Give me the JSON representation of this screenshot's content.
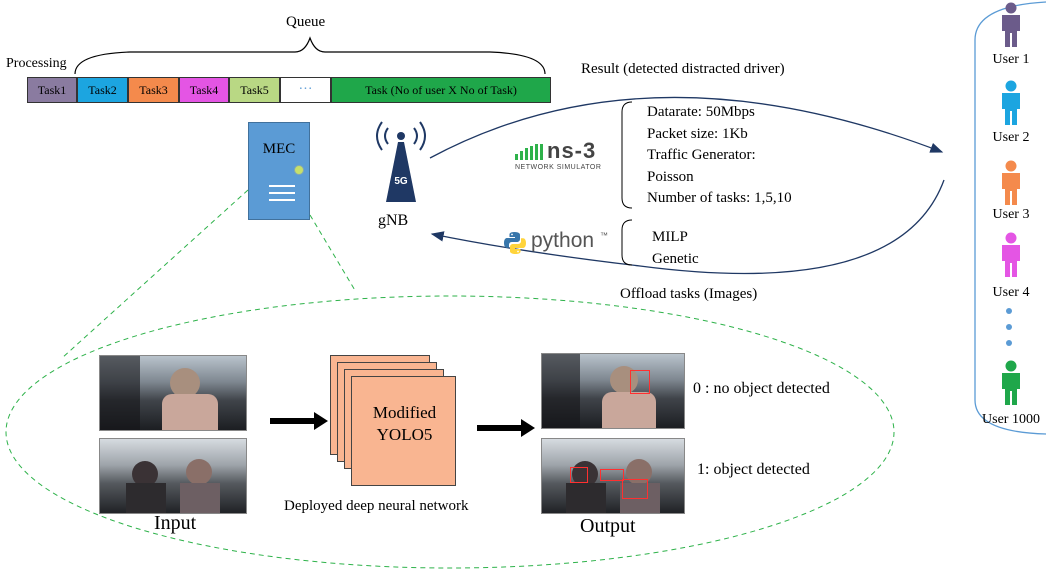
{
  "queue": {
    "title": "Queue",
    "processing_label": "Processing",
    "tasks": [
      {
        "label": "Task1",
        "color": "#8a7ba0"
      },
      {
        "label": "Task2",
        "color": "#1ca5e0"
      },
      {
        "label": "Task3",
        "color": "#f48a4c"
      },
      {
        "label": "Task4",
        "color": "#e455e4"
      },
      {
        "label": "Task5",
        "color": "#b9d884"
      },
      {
        "label": "···",
        "color": "#ffffff"
      }
    ],
    "final_task": {
      "label": "Task (No of user  X  No of Task)",
      "color": "#1fa74a"
    }
  },
  "mec": {
    "label": "MEC",
    "color": "#5b9bd5"
  },
  "gnb": {
    "label": "gNB",
    "badge": "5G"
  },
  "links": {
    "result": "Result (detected distracted driver)",
    "offload": "Offload tasks (Images)"
  },
  "ns3": {
    "logo_text": "ns-3",
    "logo_sub": "NETWORK SIMULATOR",
    "params": [
      "Datarate: 50Mbps",
      "Packet size: 1Kb",
      "Traffic Generator:",
      "Poisson",
      "Number of tasks: 1,5,10"
    ]
  },
  "python": {
    "logo_text": "python",
    "tm": "™",
    "algorithms": [
      "MILP",
      "Genetic"
    ]
  },
  "users": [
    {
      "label": "User 1",
      "color": "#6b5b8a"
    },
    {
      "label": "User 2",
      "color": "#1ca5e0"
    },
    {
      "label": "User 3",
      "color": "#f48a4c"
    },
    {
      "label": "User 4",
      "color": "#e455e4"
    },
    {
      "label": "User 1000",
      "color": "#1fa74a"
    }
  ],
  "dnn": {
    "input_label": "Input",
    "model_label_1": "Modified",
    "model_label_2": "YOLO5",
    "caption": "Deployed deep neural network",
    "output_label": "Output",
    "result_0": "0 : no object detected",
    "result_1": "1: object detected"
  }
}
